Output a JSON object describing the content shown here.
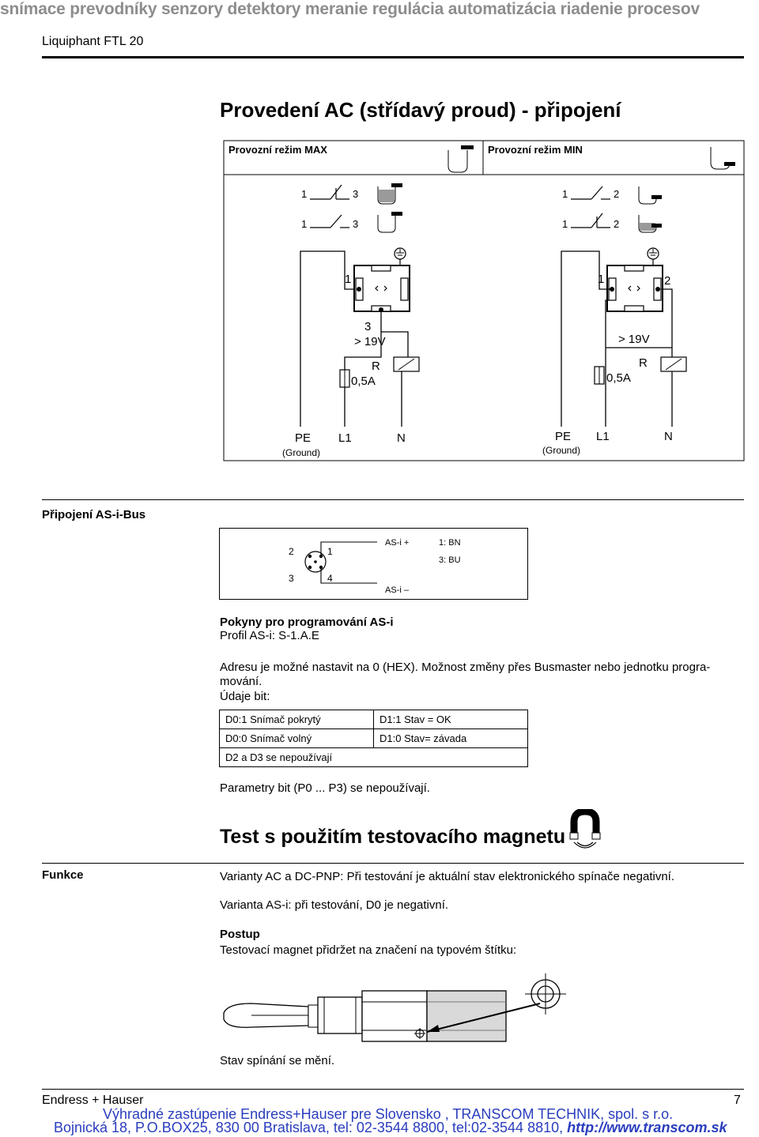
{
  "banner": "snímace prevodníky senzory detektory meranie regulácia automatizácia riadenie procesov",
  "running_head": "Liquiphant FTL 20",
  "section_ac": {
    "title": "Provedení AC (střídavý proud) - připojení",
    "mode_max": "Provozní režim MAX",
    "mode_min": "Provozní režim MIN",
    "diagram": {
      "max": {
        "sw1_a": "1",
        "sw1_b": "3",
        "sw2_a": "1",
        "sw2_b": "3",
        "term_1": "1",
        "term_3": "3",
        "voltage": "> 19V",
        "relay": "R",
        "fuse": "0,5A",
        "pe": "PE",
        "ground": "(Ground)",
        "l1": "L1",
        "n": "N"
      },
      "min": {
        "sw1_a": "1",
        "sw1_b": "2",
        "sw2_a": "1",
        "sw2_b": "2",
        "term_1": "1",
        "term_2": "2",
        "voltage": "> 19V",
        "relay": "R",
        "fuse": "0,5A",
        "pe": "PE",
        "ground": "(Ground)",
        "l1": "L1",
        "n": "N"
      }
    }
  },
  "section_asi": {
    "title": "Připojení AS-i-Bus",
    "connector": {
      "pin2": "2",
      "pin1": "1",
      "pin3": "3",
      "pin4": "4",
      "asi_plus": "AS-i +",
      "asi_minus": "AS-i –",
      "wire1": "1: BN",
      "wire3": "3: BU"
    },
    "prog_title": "Pokyny pro programování AS-i",
    "profile": "Profil AS-i: S-1.A.E",
    "address_line1": "Adresu je možné nastavit na 0 (HEX). Možnost změny přes Busmaster nebo jednotku progra-",
    "address_line2": "mování.",
    "data_bits": "Údaje bit:",
    "table": {
      "r1c1": "D0:1 Snímač pokrytý",
      "r1c2": "D1:1 Stav = OK",
      "r2c1": "D0:0 Snímač volný",
      "r2c2": "D1:0 Stav= závada",
      "r3c1": "D2 a D3 se nepoužívají"
    },
    "params": "Parametry bit (P0 ... P3) se nepoužívají."
  },
  "section_test": {
    "title": "Test s použitím testovacího magnetu",
    "side_label": "Funkce",
    "variant_ac": "Varianty AC a DC-PNP: Při testování je aktuální stav elektronického spínače negativní.",
    "variant_asi": "Varianta AS-i: při testování, D0 je negativní.",
    "procedure_title": "Postup",
    "procedure_text": "Testovací magnet přidržet na značení na typovém štítku:",
    "result": "Stav spínání se mění."
  },
  "footer": {
    "company": "Endress + Hauser",
    "page_number": "7",
    "distributor_line1": "Výhradné zastúpenie Endress+Hauser pre Slovensko , TRANSCOM TECHNIK, spol. s r.o.",
    "distributor_line2": "Bojnická 18, P.O.BOX25, 830 00 Bratislava, tel: 02-3544 8800, tel:02-3544 8810,",
    "distributor_url": "http://www.transcom.sk"
  }
}
